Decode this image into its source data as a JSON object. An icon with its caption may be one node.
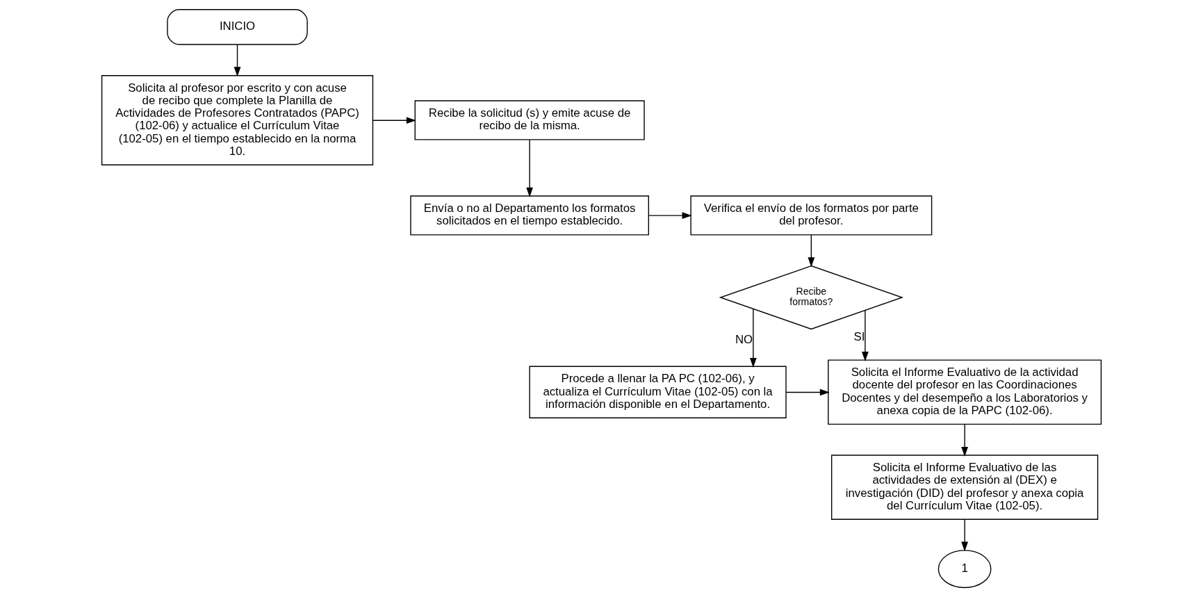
{
  "diagram": {
    "nodes": [
      {
        "text": [
          "INICIO"
        ]
      },
      {
        "text": [
          "Solicita al profesor por escrito y con acuse de recibo que complete la Planilla de Actividades de Profesores Contratados (PAPC) (102-06) y actualice el Currículum Vitae (102-05) en el tiempo establecido en la norma 10."
        ]
      },
      {
        "text": [
          "Recibe la solicitud (s) y emite acuse de recibo de la misma."
        ]
      },
      {
        "text": [
          "Envía o no al Departamento los formatos solicitados en el tiempo establecido."
        ]
      },
      {
        "text": [
          "Verifica el envío de los formatos por parte del profesor."
        ]
      },
      {
        "text": [
          "Recibe formatos?"
        ]
      },
      {
        "text": [
          "Procede a llenar la PA PC (102-06), y actualiza el Currículum Vitae (102-05) con la información disponible en el Departamento."
        ]
      },
      {
        "text": [
          "Solicita el Informe Evaluativo de la actividad docente del profesor en las Coordinaciones Docentes y del desempeño a los Laboratorios y anexa copia de la PAPC (102-06)."
        ]
      },
      {
        "text": [
          "Solicita el Informe Evaluativo de las actividades de extensión al (DEX) e investigación (DID) del profesor y anexa copia del Currículum Vitae (102-05)."
        ]
      },
      {
        "text": [
          "1"
        ]
      }
    ],
    "edges": [
      {
        "from": 0,
        "to": 1,
        "arrow": "to"
      },
      {
        "from": 1,
        "to": 2,
        "arrow": "to"
      },
      {
        "from": 2,
        "to": 3,
        "arrow": "to"
      },
      {
        "from": 3,
        "to": 4,
        "arrow": "to"
      },
      {
        "from": 4,
        "to": 5,
        "arrow": "to"
      },
      {
        "from": 5,
        "to": 6,
        "label": "NO",
        "arrow": "to"
      },
      {
        "from": 5,
        "to": 7,
        "label": "SI",
        "arrow": "to"
      },
      {
        "from": 6,
        "to": 7,
        "arrow": "to"
      },
      {
        "from": 7,
        "to": 8,
        "arrow": "to"
      },
      {
        "from": 8,
        "to": 9,
        "arrow": "to"
      }
    ]
  }
}
